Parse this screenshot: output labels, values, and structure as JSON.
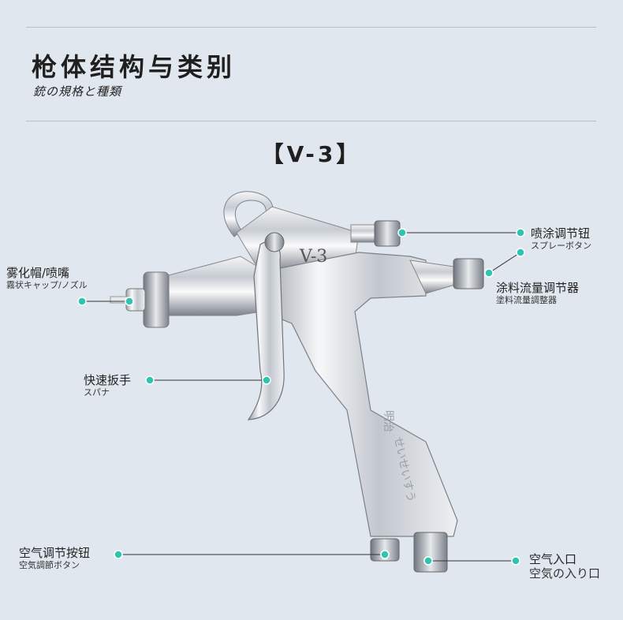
{
  "header": {
    "title": "枪体结构与类别",
    "subtitle": "銃の規格と種類",
    "model": "【V-3】"
  },
  "gun": {
    "body_mark": "V-3",
    "brand_kanji": "明治",
    "brand_kana": "せいせいすう"
  },
  "callouts": {
    "spray_knob": {
      "main": "喷涂调节钮",
      "sub": "スプレーボタン"
    },
    "fluid_knob": {
      "main": "涂料流量调节器",
      "sub": "塗料流量調整器"
    },
    "nozzle_cap": {
      "main": "雾化帽/喷嘴",
      "sub": "霧状キャップ/ノズル"
    },
    "trigger": {
      "main": "快速扳手",
      "sub": "スパナ"
    },
    "air_knob": {
      "main": "空气调节按钮",
      "sub": "空気調節ボタン"
    },
    "air_inlet": {
      "main": "空气入口",
      "sub": "空気の入り口"
    }
  },
  "colors": {
    "background": "#e1e7ee",
    "dot": "#2ec4b0",
    "line": "#333333"
  }
}
